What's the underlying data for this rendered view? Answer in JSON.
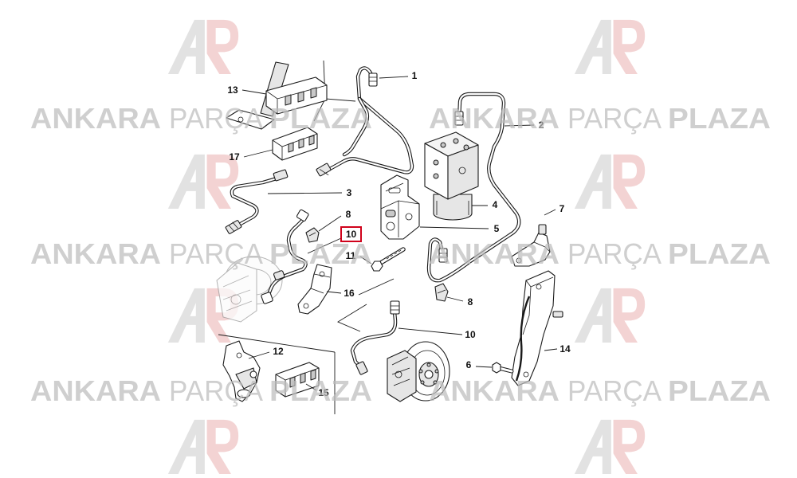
{
  "colors": {
    "line": "#1a1a1a",
    "highlight": "#d0021b",
    "watermark": "#bdbdbd"
  },
  "watermark": {
    "w1": "ANKARA",
    "w2": "PARÇA",
    "w3": "PLAZA"
  },
  "logo": {
    "icon": "ap-logo-icon"
  },
  "callouts": {
    "part_1": {
      "label": "1"
    },
    "part_2": {
      "label": "2"
    },
    "part_3": {
      "label": "3"
    },
    "part_4": {
      "label": "4"
    },
    "part_5": {
      "label": "5"
    },
    "part_6": {
      "label": "6"
    },
    "part_7": {
      "label": "7"
    },
    "part_8_upper": {
      "label": "8"
    },
    "part_8_lower": {
      "label": "8"
    },
    "part_10_upper": {
      "label": "10",
      "highlighted": true
    },
    "part_10_lower": {
      "label": "10"
    },
    "part_11": {
      "label": "11"
    },
    "part_12": {
      "label": "12"
    },
    "part_13": {
      "label": "13"
    },
    "part_14": {
      "label": "14"
    },
    "part_15": {
      "label": "15"
    },
    "part_16": {
      "label": "16"
    },
    "part_17": {
      "label": "17"
    }
  }
}
